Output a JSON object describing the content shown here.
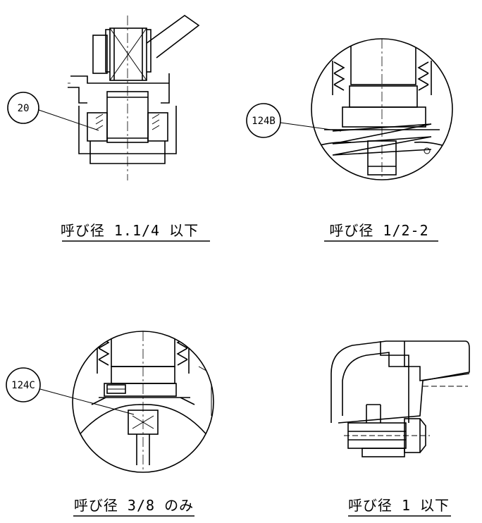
{
  "captions": {
    "top_left": "呼び径 1.1/4 以下",
    "top_right": "呼び径 1/2-2",
    "bottom_left": "呼び径 3/8 のみ",
    "bottom_right": "呼び径 1 以下"
  },
  "callouts": {
    "a": "20",
    "b": "124B",
    "c": "124C"
  }
}
